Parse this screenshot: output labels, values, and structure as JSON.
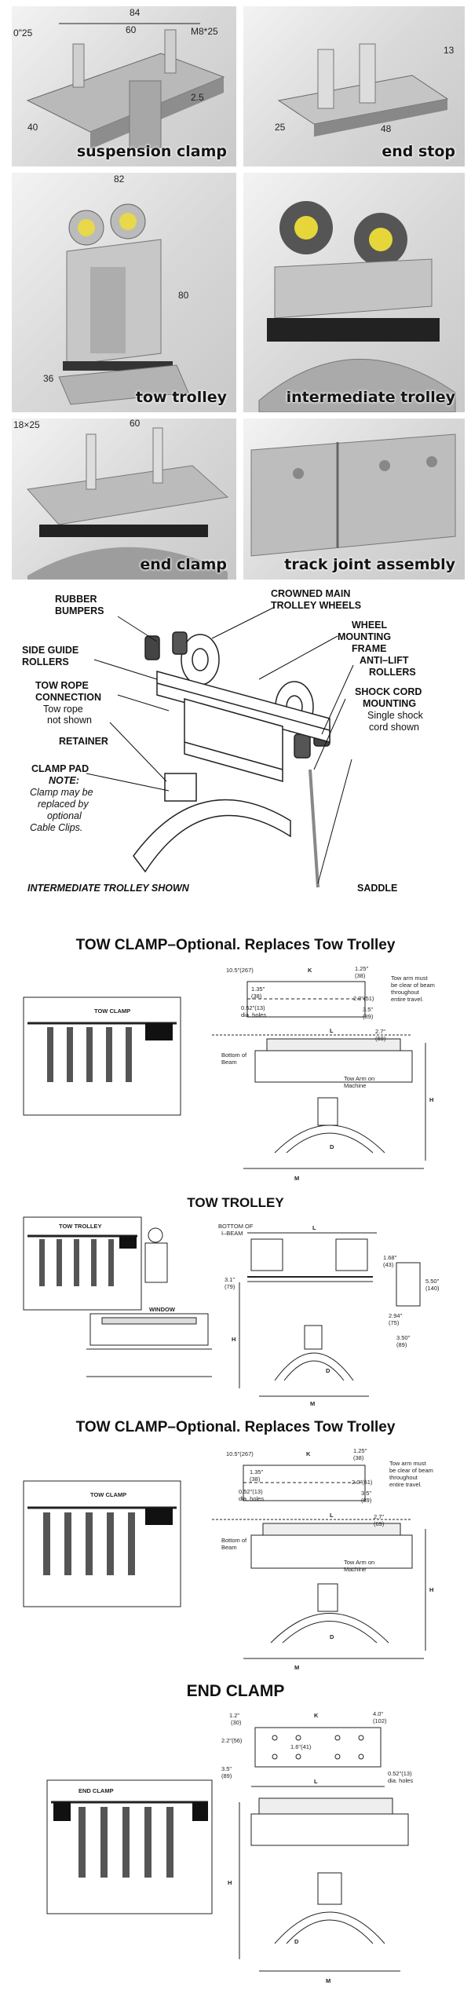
{
  "photos": [
    {
      "caption": "suspension clamp",
      "dims": [
        "0\"25",
        "84",
        "60",
        "M8*25",
        "2.5",
        "40"
      ]
    },
    {
      "caption": "end stop",
      "dims": [
        "13",
        "25",
        "48"
      ]
    },
    {
      "caption": "tow trolley",
      "dims": [
        "82",
        "80",
        "36"
      ]
    },
    {
      "caption": "intermediate trolley",
      "dims": []
    },
    {
      "caption": "end clamp",
      "dims": [
        "18×25",
        "60"
      ]
    },
    {
      "caption": "track joint assembly",
      "dims": []
    }
  ],
  "intermediate": {
    "labels": {
      "rubber_bumpers": [
        "RUBBER",
        "BUMPERS"
      ],
      "crowned": [
        "CROWNED MAIN",
        "TROLLEY WHEELS"
      ],
      "side_guide": [
        "SIDE GUIDE",
        "ROLLERS"
      ],
      "wheel_frame": [
        "WHEEL",
        "MOUNTING",
        "FRAME"
      ],
      "tow_rope": [
        "TOW ROPE",
        "CONNECTION",
        "Tow rope",
        "not shown"
      ],
      "retainer": "RETAINER",
      "anti_lift": [
        "ANTI–LIFT",
        "ROLLERS"
      ],
      "clamp_pad": [
        "CLAMP PAD",
        "NOTE:",
        "Clamp  may be",
        "replaced by",
        "optional",
        "Cable Clips."
      ],
      "shock_cord": [
        "SHOCK CORD",
        "MOUNTING",
        "Single shock",
        "cord shown"
      ],
      "shown": "INTERMEDIATE TROLLEY SHOWN",
      "saddle": "SADDLE"
    }
  },
  "sections": {
    "tow_clamp_1": "TOW CLAMP–Optional. Replaces Tow Trolley",
    "tow_trolley": "TOW TROLLEY",
    "tow_clamp_2": "TOW CLAMP–Optional. Replaces Tow Trolley",
    "end_clamp": "END CLAMP"
  },
  "tow_clamp_drawing": {
    "inset_label": "TOW CLAMP",
    "dims": [
      "10.5\"(267)",
      "K",
      "1.25\"",
      "(38)",
      "1.35\"",
      "(38)",
      "2.0\"(51)",
      "0.52\"(13)",
      "dia. holes",
      "3.5\"",
      "(89)",
      "2.7\"",
      "(69)",
      "L",
      "H",
      "M",
      "D"
    ],
    "notes": [
      "Tow arm must",
      "be clear of beam",
      "throughout",
      "entire travel.",
      "Bottom of",
      "Beam",
      "Tow Arm on",
      "Machine"
    ]
  },
  "tow_trolley_drawing": {
    "inset_label": "TOW TROLLEY",
    "labels": [
      "BOTTOM OF",
      "I–BEAM",
      "WINDOW"
    ],
    "dims": [
      "L",
      "1.68\"",
      "(43)",
      "5.50\"",
      "(140)",
      "2.94\"",
      "(75)",
      "3.50\"",
      "(89)",
      "3.1\"",
      "(79)",
      "H",
      "M",
      "D"
    ]
  },
  "end_clamp_drawing": {
    "inset_label": "END CLAMP",
    "dims": [
      "1.2\"",
      "(30)",
      "K",
      "4.0\"",
      "(102)",
      "2.2\"(56)",
      "1.6\"(41)",
      "3.5\"",
      "(89)",
      "L",
      "0.52\"(13)",
      "dia. holes",
      "H",
      "D",
      "M"
    ]
  }
}
